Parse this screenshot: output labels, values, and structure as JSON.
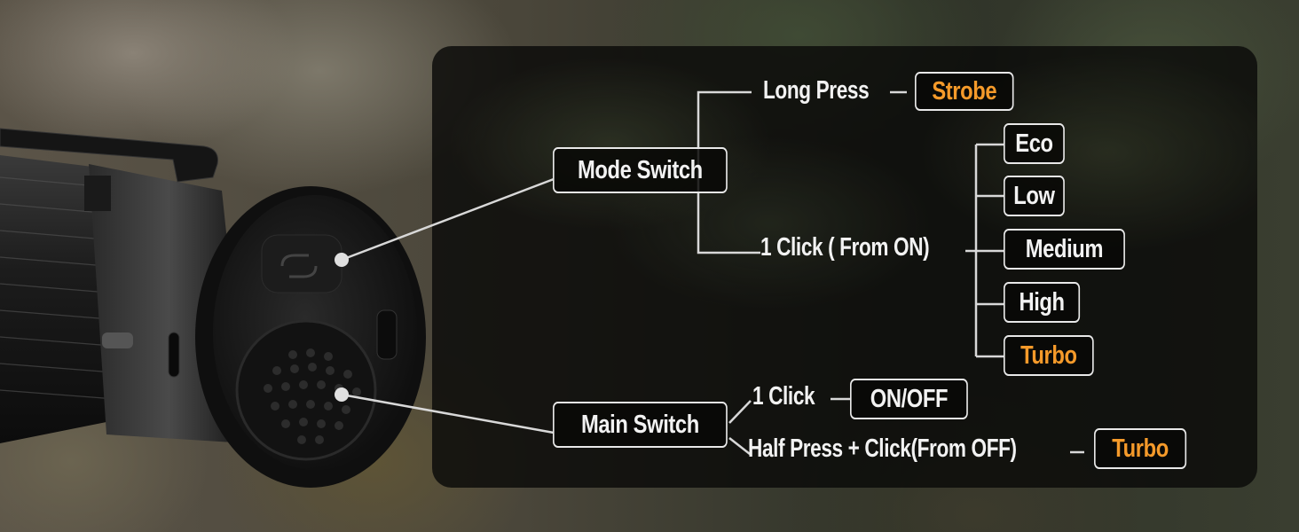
{
  "colors": {
    "accent_orange": "#f59a2a",
    "text_white": "#f2f2f2",
    "line_gray": "#d8d8d8",
    "panel_bg": "#0a0a08"
  },
  "product": {
    "image": "flashlight-tail-end",
    "mode_button_icon": "cycle-arrows-icon",
    "main_button_icon": "dotted-grip-icon"
  },
  "mode_switch": {
    "label": "Mode Switch",
    "long_press": {
      "action": "Long Press",
      "result": "Strobe"
    },
    "one_click": {
      "action": "1 Click ( From ON)",
      "modes": [
        {
          "label": "Eco",
          "highlight": false
        },
        {
          "label": "Low",
          "highlight": false
        },
        {
          "label": "Medium",
          "highlight": false
        },
        {
          "label": "High",
          "highlight": false
        },
        {
          "label": "Turbo",
          "highlight": true
        }
      ]
    }
  },
  "main_switch": {
    "label": "Main Switch",
    "one_click": {
      "action": "1 Click",
      "result": "ON/OFF"
    },
    "half_press": {
      "action": "Half Press + Click(From OFF)",
      "result": "Turbo"
    }
  }
}
